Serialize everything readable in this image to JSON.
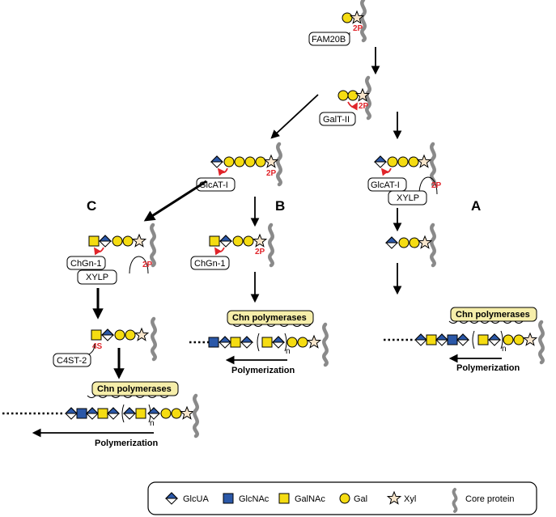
{
  "enzymes": {
    "fam20b": "FAM20B",
    "galt2": "GalT-II",
    "glcat1_mid": "GlcAT-I",
    "glcat1_right": "GlcAT-I",
    "xylp_right": "XYLP",
    "chgn1_left": "ChGn-1",
    "xylp_left": "XYLP",
    "chgn1_mid": "ChGn-1",
    "c4st2": "C4ST-2",
    "chn_left": "Chn polymerases",
    "chn_mid": "Chn polymerases",
    "chn_right": "Chn polymerases"
  },
  "modifications": {
    "p_top": "2P",
    "p_galt": "2P",
    "p_glcat_mid": "2P",
    "p_glcat_right": "2P",
    "p_left": "2P",
    "p_mid": "2P",
    "s_left": "4S"
  },
  "pathways": {
    "a": "A",
    "b": "B",
    "c": "C"
  },
  "polymerization": {
    "left": "Polymerization",
    "mid": "Polymerization",
    "right": "Polymerization"
  },
  "repeat_n": {
    "left": "n",
    "mid": "n",
    "right": "n"
  },
  "legend": {
    "items": [
      {
        "label": "GlcUA",
        "icon": "glcua-diamond-icon"
      },
      {
        "label": "GlcNAc",
        "icon": "glcnac-square-icon"
      },
      {
        "label": "GalNAc",
        "icon": "galnac-square-icon"
      },
      {
        "label": "Gal",
        "icon": "gal-circle-icon"
      },
      {
        "label": "Xyl",
        "icon": "xyl-star-icon"
      },
      {
        "label": "Core protein",
        "icon": "core-protein-icon"
      }
    ]
  },
  "colors": {
    "glcua_blue": "#2b58a8",
    "gal_yellow": "#f5dc12",
    "xyl_fill": "#f8e6cc",
    "core_grey": "#8a8a8a",
    "arrow_red": "#e0242a",
    "chn_box": "#f6eeaa"
  }
}
